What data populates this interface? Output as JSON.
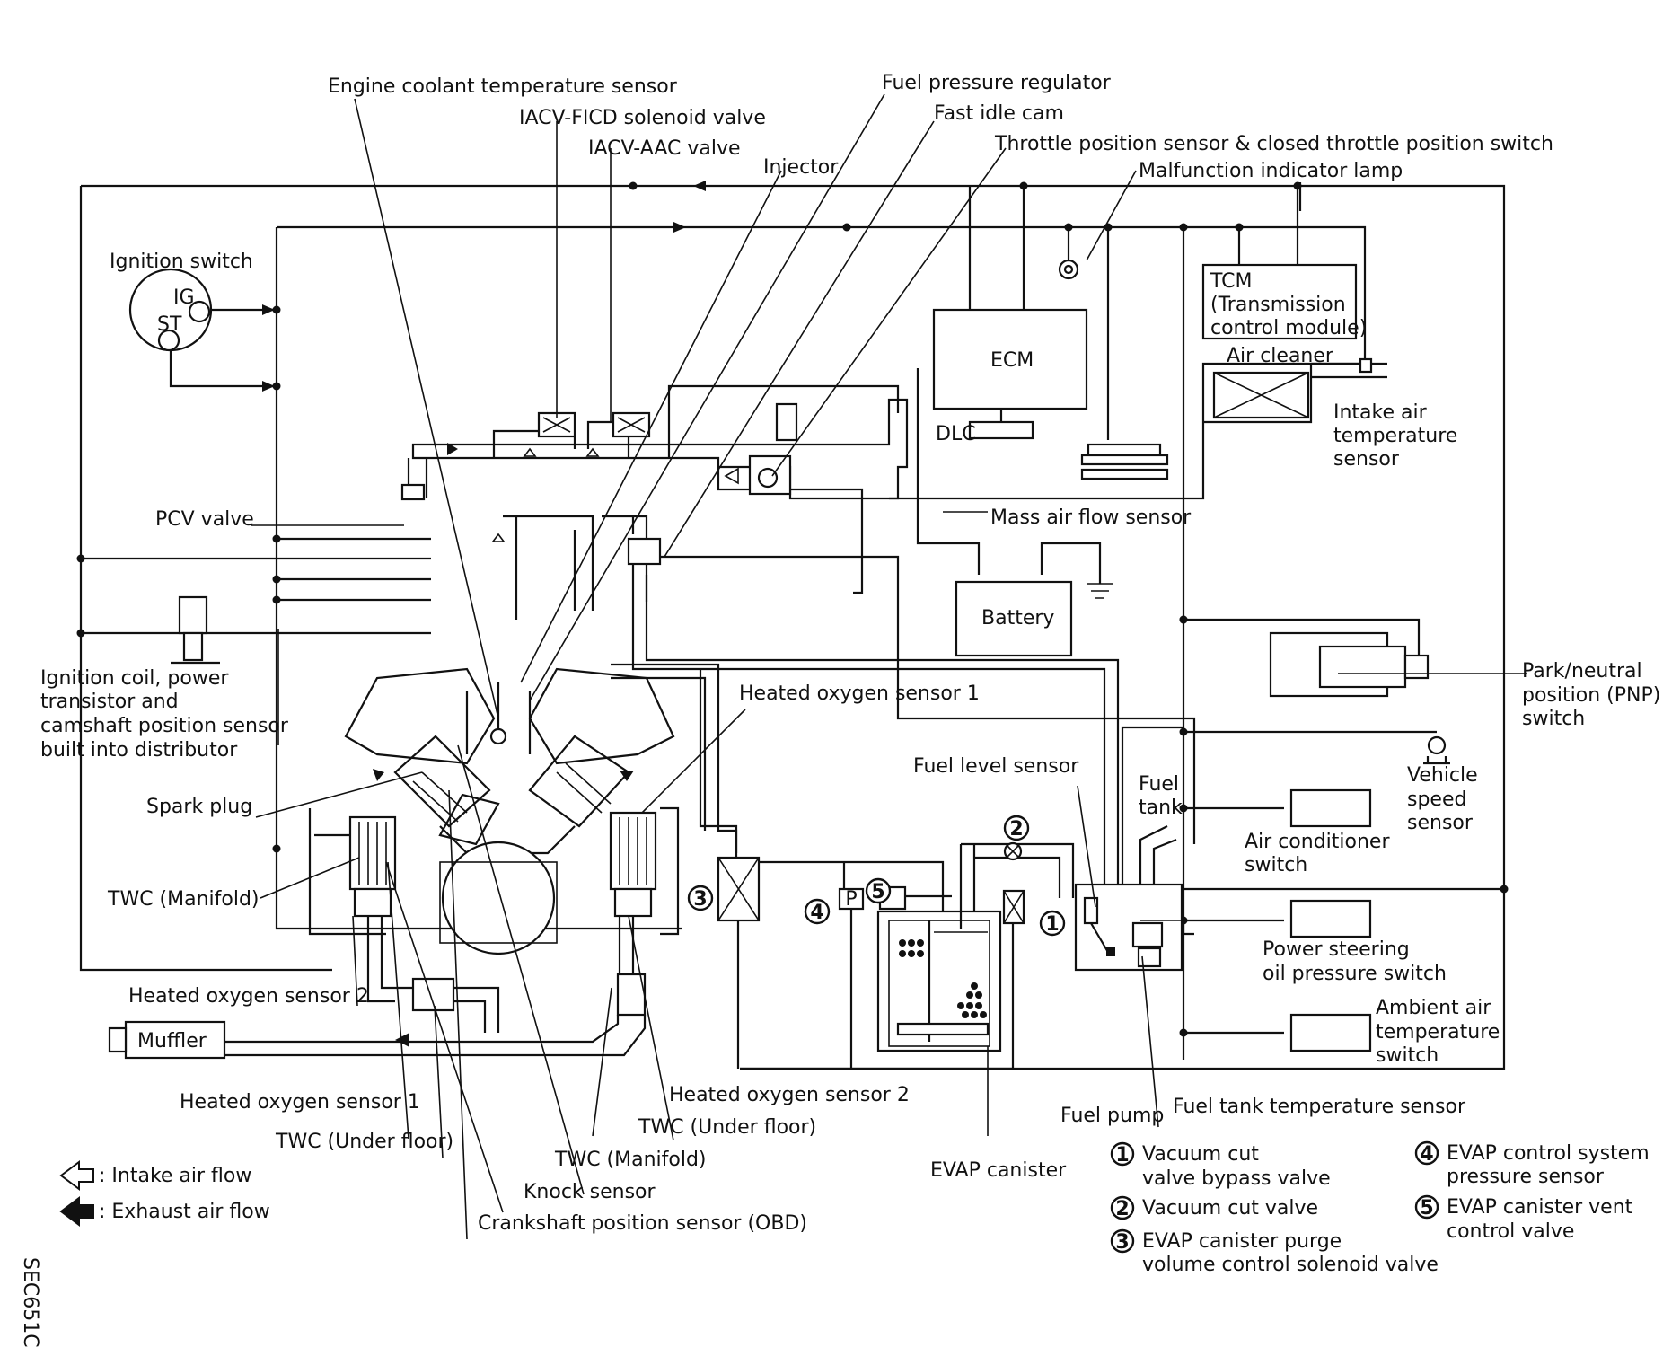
{
  "labels": {
    "engine_coolant": "Engine coolant temperature sensor",
    "fuel_pressure_regulator": "Fuel pressure regulator",
    "iacv_ficd": "IACV-FICD solenoid valve",
    "fast_idle_cam": "Fast idle cam",
    "iacv_aac": "IACV-AAC valve",
    "throttle_sensor": "Throttle position sensor & closed throttle position switch",
    "injector": "Injector",
    "mil": "Malfunction indicator lamp",
    "ignition_switch": "Ignition switch",
    "ig": "IG",
    "st": "ST",
    "tcm_1": "TCM",
    "tcm_2": "(Transmission",
    "tcm_3": "control module)",
    "ecm": "ECM",
    "air_cleaner": "Air cleaner",
    "dlc": "DLC",
    "intake_air_temp_1": "Intake air",
    "intake_air_temp_2": "temperature",
    "intake_air_temp_3": "sensor",
    "pcv_valve": "PCV valve",
    "maf_sensor": "Mass air flow sensor",
    "battery": "Battery",
    "ign_coil_1": "Ignition coil, power",
    "ign_coil_2": "transistor and",
    "ign_coil_3": "camshaft position sensor",
    "ign_coil_4": "built into distributor",
    "pnp_1": "Park/neutral",
    "pnp_2": "position (PNP)",
    "pnp_3": "switch",
    "hos1_right": "Heated oxygen sensor 1",
    "spark_plug": "Spark plug",
    "vss_1": "Vehicle",
    "vss_2": "speed",
    "vss_3": "sensor",
    "fuel_level": "Fuel level sensor",
    "fuel_tank_1": "Fuel",
    "fuel_tank_2": "tank",
    "ac_1": "Air conditioner",
    "ac_2": "switch",
    "twc_manifold_left": "TWC (Manifold)",
    "ps_1": "Power steering",
    "ps_2": "oil pressure switch",
    "hos2_left": "Heated oxygen sensor 2",
    "ambient_1": "Ambient air",
    "ambient_2": "temperature",
    "ambient_3": "switch",
    "muffler": "Muffler",
    "hos2_right": "Heated oxygen sensor 2",
    "hos1_left": "Heated oxygen sensor 1",
    "fuel_tank_temp": "Fuel tank temperature sensor",
    "twc_underfloor_right": "TWC (Under floor)",
    "fuel_pump": "Fuel pump",
    "twc_underfloor_left": "TWC (Under floor)",
    "twc_manifold_right": "TWC (Manifold)",
    "evap_canister": "EVAP canister",
    "knock_sensor": "Knock sensor",
    "crankshaft": "Crankshaft position sensor (OBD)",
    "code": "SEC651C"
  },
  "badges": {
    "p": "P",
    "n1": "1",
    "n2": "2",
    "n3": "3",
    "n4": "4",
    "n5": "5"
  },
  "legend": {
    "intake": ": Intake air flow",
    "exhaust": ": Exhaust air flow"
  },
  "numbered_key": [
    {
      "num": "1",
      "line1": "Vacuum cut",
      "line2": "valve bypass valve"
    },
    {
      "num": "2",
      "line1": "Vacuum cut valve",
      "line2": ""
    },
    {
      "num": "3",
      "line1": "EVAP canister purge",
      "line2": "volume control solenoid valve"
    },
    {
      "num": "4",
      "line1": "EVAP control system",
      "line2": "pressure sensor"
    },
    {
      "num": "5",
      "line1": "EVAP canister vent",
      "line2": "control valve"
    }
  ]
}
